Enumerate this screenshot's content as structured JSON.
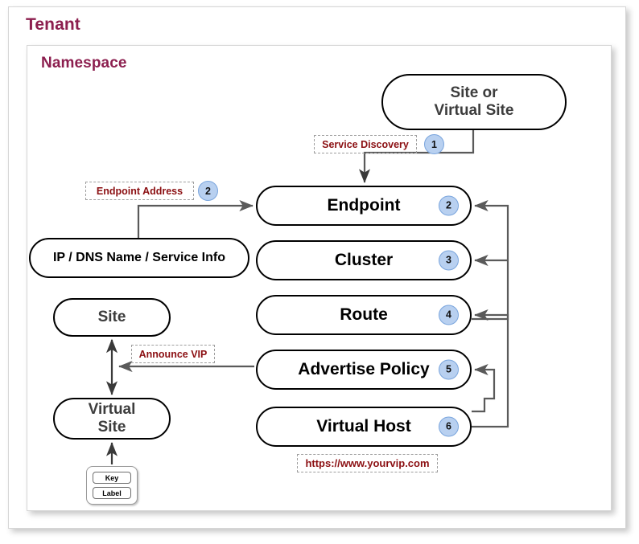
{
  "diagram": {
    "tenant_title": "Tenant",
    "namespace_title": "Namespace"
  },
  "nodes": {
    "site_or_virtual_site": "Site or\nVirtual Site",
    "endpoint": "Endpoint",
    "cluster": "Cluster",
    "route": "Route",
    "advertise_policy": "Advertise Policy",
    "virtual_host": "Virtual Host",
    "ip_dns_service_info": "IP / DNS Name / Service Info",
    "site": "Site",
    "virtual_site": "Virtual\nSite"
  },
  "badges": {
    "service_discovery": "1",
    "endpoint_address": "2",
    "endpoint": "2",
    "cluster": "3",
    "route": "4",
    "advertise_policy": "5",
    "virtual_host": "6"
  },
  "callouts": {
    "service_discovery": "Service Discovery",
    "endpoint_address": "Endpoint Address",
    "announce_vip": "Announce VIP",
    "vip_url": "https://www.yourvip.com"
  },
  "legend": {
    "key": "Key",
    "label": "Label"
  },
  "colors": {
    "title": "#8c1f4f",
    "callout_text": "#8b0f12",
    "badge_fill": "#b8d0f0",
    "badge_border": "#7aa5dd",
    "node_border": "#000000",
    "connector": "#5a5a5a",
    "container_border": "#d6d6d6"
  }
}
